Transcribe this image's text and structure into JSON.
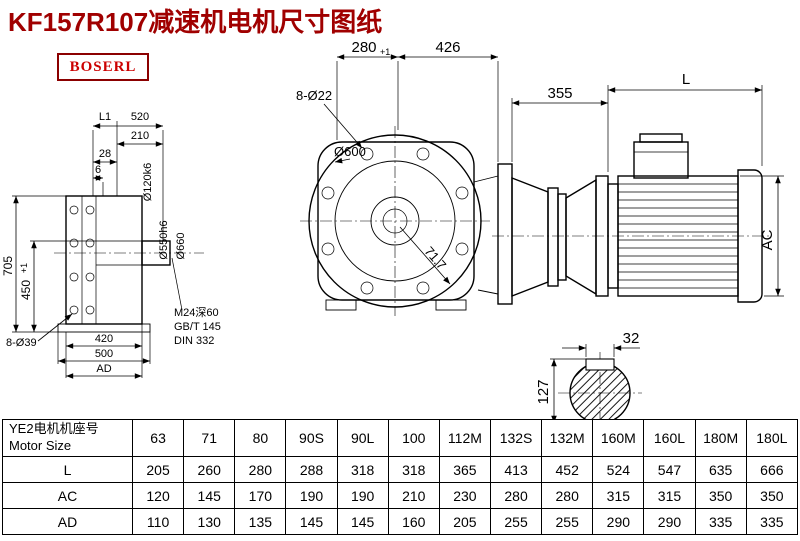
{
  "title": "KF157R107减速机电机尺寸图纸",
  "logo": "BOSERL",
  "dims": {
    "d280": "280",
    "d426": "426",
    "d8o22": "8-Ø22",
    "d600": "Ø600",
    "d355": "355",
    "dL": "L",
    "dAC": "AC",
    "d717": "71.7",
    "d32": "32",
    "d127": "127",
    "dL1": "L1",
    "d520": "520",
    "d210": "210",
    "d28": "28",
    "d6": "6",
    "d705": "705",
    "d450": "450",
    "d8o39": "8-Ø39",
    "d420": "420",
    "d500": "500",
    "dAD": "AD",
    "d120": "Ø120k6",
    "d550": "Ø550h6",
    "d660": "Ø660",
    "m24": "M24深60",
    "gbt": "GB/T 145",
    "din": "DIN 332",
    "tol": "+1"
  },
  "table": {
    "header_cn": "YE2电机机座号",
    "header_en": "Motor Size",
    "sizes": [
      "63",
      "71",
      "80",
      "90S",
      "90L",
      "100",
      "112M",
      "132S",
      "132M",
      "160M",
      "160L",
      "180M",
      "180L"
    ],
    "rows": [
      {
        "label": "L",
        "values": [
          "205",
          "260",
          "280",
          "288",
          "318",
          "318",
          "365",
          "413",
          "452",
          "524",
          "547",
          "635",
          "666"
        ]
      },
      {
        "label": "AC",
        "values": [
          "120",
          "145",
          "170",
          "190",
          "190",
          "210",
          "230",
          "280",
          "280",
          "315",
          "315",
          "350",
          "350"
        ]
      },
      {
        "label": "AD",
        "values": [
          "110",
          "130",
          "135",
          "145",
          "145",
          "160",
          "205",
          "255",
          "255",
          "290",
          "290",
          "335",
          "335"
        ]
      }
    ]
  }
}
